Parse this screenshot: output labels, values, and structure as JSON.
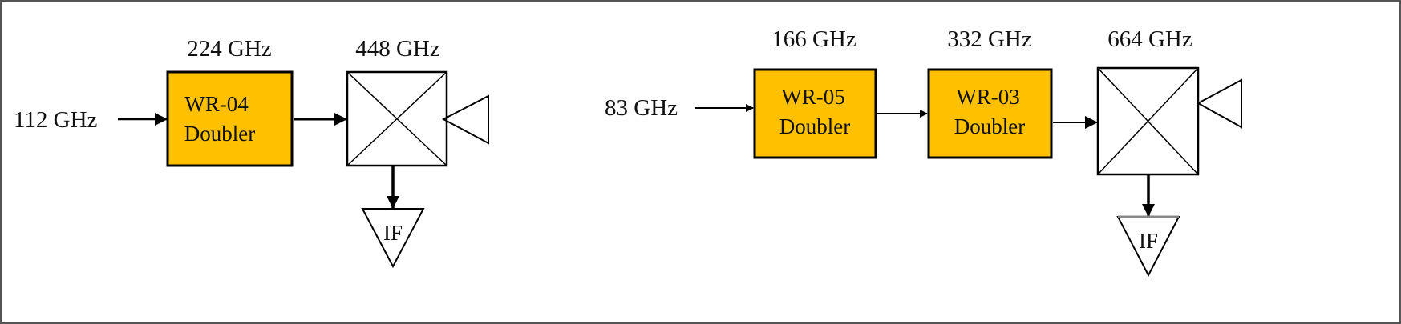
{
  "colors": {
    "doubler_fill": "#FFC000",
    "line": "#000000"
  },
  "left_chain": {
    "input_label": "112 GHz",
    "doubler": {
      "freq": "224 GHz",
      "line1": "WR-04",
      "line2": "Doubler"
    },
    "mixer": {
      "freq": "448 GHz"
    },
    "if_label": "IF"
  },
  "right_chain": {
    "input_label": "83 GHz",
    "doubler1": {
      "freq": "166 GHz",
      "line1": "WR-05",
      "line2": "Doubler"
    },
    "doubler2": {
      "freq": "332 GHz",
      "line1": "WR-03",
      "line2": "Doubler"
    },
    "mixer": {
      "freq": "664 GHz"
    },
    "if_label": "IF"
  }
}
